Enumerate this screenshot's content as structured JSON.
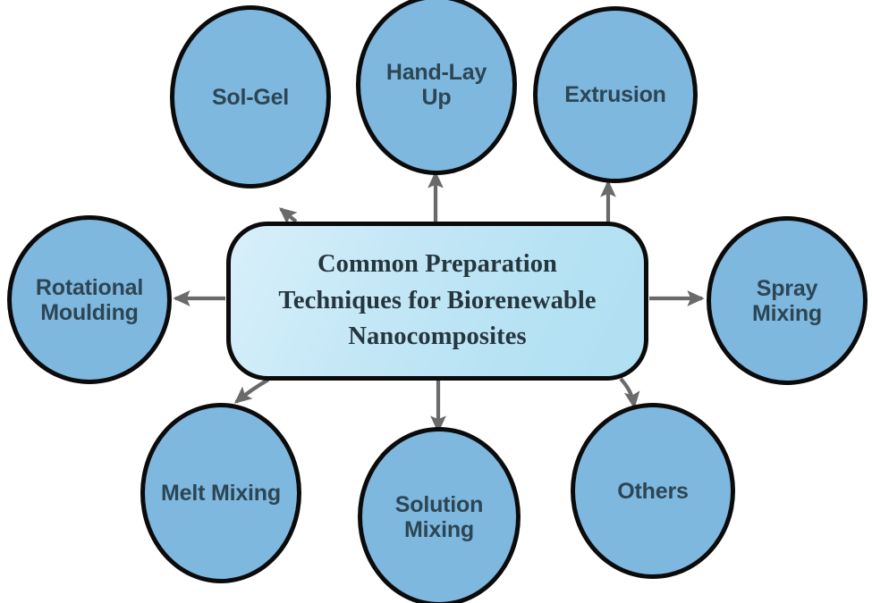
{
  "diagram": {
    "type": "hub-and-spoke",
    "title": "Common Preparation Techniques for Biorenewable Nanocomposites",
    "center": {
      "label": "Common Preparation\nTechniques for Biorenewable\nNanocomposites",
      "shape": "rounded-rectangle",
      "fill": "#bce4f2",
      "stroke": "#0b0b0b",
      "text_color": "#25363f"
    },
    "style": {
      "node_fill": "#7fb8df",
      "node_stroke": "#0b0b0b",
      "node_text_color": "#2c4654",
      "arrow_color": "#6a6a6a",
      "background": "#ffffff"
    },
    "nodes": [
      {
        "id": "sol-gel",
        "label": "Sol-Gel",
        "position": "top-left",
        "arrow": "curved",
        "arrow_direction": "center-to-node"
      },
      {
        "id": "hand-lay-up",
        "label": "Hand-Lay\nUp",
        "position": "top-center",
        "arrow": "straight",
        "arrow_direction": "center-to-node"
      },
      {
        "id": "extrusion",
        "label": "Extrusion",
        "position": "top-right",
        "arrow": "straight",
        "arrow_direction": "center-to-node"
      },
      {
        "id": "rotational-moulding",
        "label": "Rotational\nMoulding",
        "position": "left",
        "arrow": "straight",
        "arrow_direction": "center-to-node"
      },
      {
        "id": "spray-mixing",
        "label": "Spray\nMixing",
        "position": "right",
        "arrow": "straight",
        "arrow_direction": "center-to-node"
      },
      {
        "id": "melt-mixing",
        "label": "Melt Mixing",
        "position": "bottom-left",
        "arrow": "curved",
        "arrow_direction": "center-to-node"
      },
      {
        "id": "solution-mixing",
        "label": "Solution\nMixing",
        "position": "bottom-center",
        "arrow": "straight",
        "arrow_direction": "center-to-node"
      },
      {
        "id": "others",
        "label": "Others",
        "position": "bottom-right",
        "arrow": "curved",
        "arrow_direction": "center-to-node"
      }
    ]
  }
}
